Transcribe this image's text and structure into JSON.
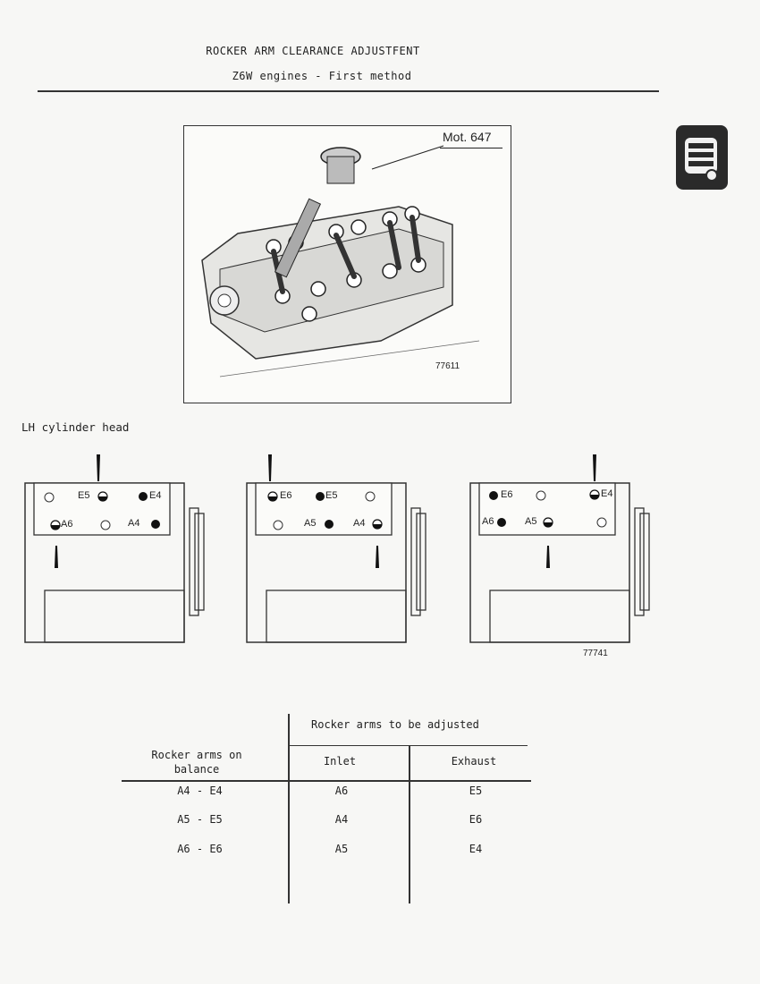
{
  "header": {
    "title": "ROCKER ARM CLEARANCE ADJUSTFENT",
    "subtitle": "Z6W engines - First method"
  },
  "figure1": {
    "tool_label": "Mot. 647",
    "ref": "77611"
  },
  "section_label": "LH cylinder head",
  "figure2": {
    "ref": "77741",
    "diagrams": [
      {
        "top": [
          "",
          "E5",
          "E4"
        ],
        "bottom": [
          "A6",
          "",
          "A4"
        ]
      },
      {
        "top": [
          "E6",
          "E5",
          ""
        ],
        "bottom": [
          "",
          "A5",
          "A4"
        ]
      },
      {
        "top": [
          "E6",
          "",
          "E4"
        ],
        "bottom": [
          "A6",
          "A5",
          ""
        ]
      }
    ]
  },
  "table": {
    "group_header": "Rocker arms to be adjusted",
    "col_balance": "Rocker arms on\nbalance",
    "col_inlet": "Inlet",
    "col_exhaust": "Exhaust",
    "rows": [
      {
        "balance": "A4 - E4",
        "inlet": "A6",
        "exhaust": "E5"
      },
      {
        "balance": "A5 - E5",
        "inlet": "A4",
        "exhaust": "E6"
      },
      {
        "balance": "A6 - E6",
        "inlet": "A5",
        "exhaust": "E4"
      }
    ]
  },
  "icons": {
    "side_tab": "engine-icon"
  }
}
